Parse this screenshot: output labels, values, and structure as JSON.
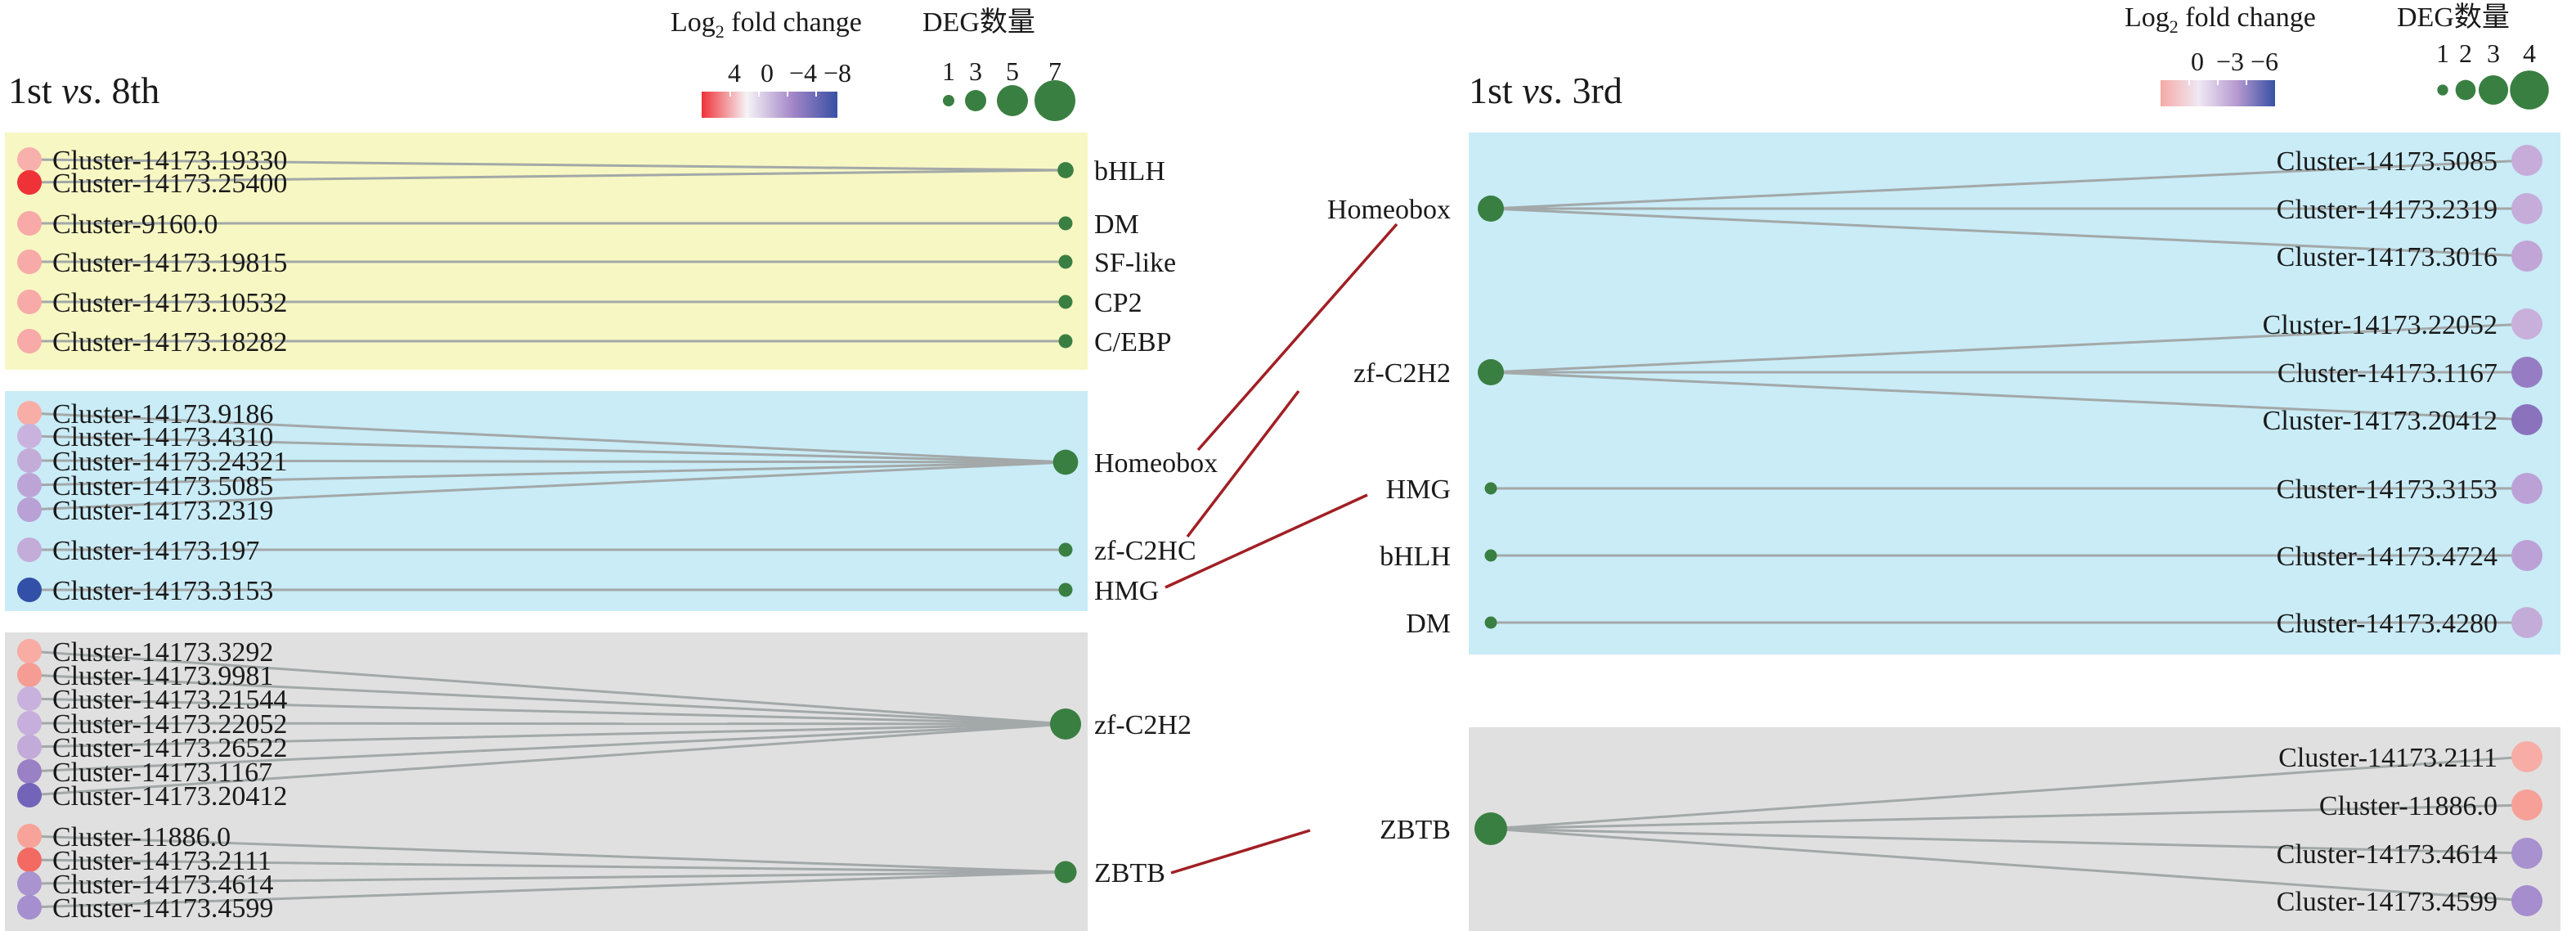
{
  "colors": {
    "yellow_panel": "#f7f7c3",
    "blue_panel": "#c9ecf7",
    "grey_panel": "#e0e0e0",
    "tf_node": "#3a7f42",
    "edge": "#a3a8a8",
    "link": "#a11f24"
  },
  "left": {
    "title_main": "1st ",
    "title_vs": "vs",
    "title_rest": ". 8th",
    "legend": {
      "fc_title_a": "Log",
      "fc_title_sub": "2",
      "fc_title_b": " fold change",
      "fc_ticks": [
        "4",
        "0",
        "−4",
        "−8"
      ],
      "fc_stops": [
        "#ee3237",
        "#f6f3f6",
        "#a487c8",
        "#3850a4"
      ],
      "deg_title": "DEG数量",
      "deg_ticks": [
        "1",
        "3",
        "5",
        "7"
      ]
    },
    "groups": [
      {
        "panel": "yellow",
        "tfs": [
          {
            "name": "bHLH",
            "count": 2,
            "genes": [
              {
                "id": "Cluster-14173.19330",
                "color": "#f8b0ad"
              },
              {
                "id": "Cluster-14173.25400",
                "color": "#ee3237"
              }
            ]
          },
          {
            "name": "DM",
            "count": 1,
            "genes": [
              {
                "id": "Cluster-9160.0",
                "color": "#f7aaa8"
              }
            ]
          },
          {
            "name": "SF-like",
            "count": 1,
            "genes": [
              {
                "id": "Cluster-14173.19815",
                "color": "#f7aaa8"
              }
            ]
          },
          {
            "name": "CP2",
            "count": 1,
            "genes": [
              {
                "id": "Cluster-14173.10532",
                "color": "#f7aaa8"
              }
            ]
          },
          {
            "name": "C/EBP",
            "count": 1,
            "genes": [
              {
                "id": "Cluster-14173.18282",
                "color": "#f7aaa8"
              }
            ]
          }
        ]
      },
      {
        "panel": "blue",
        "tfs": [
          {
            "name": "Homeobox",
            "count": 5,
            "genes": [
              {
                "id": "Cluster-14173.9186",
                "color": "#f8aea6"
              },
              {
                "id": "Cluster-14173.4310",
                "color": "#c9b3de"
              },
              {
                "id": "Cluster-14173.24321",
                "color": "#c4acd9"
              },
              {
                "id": "Cluster-14173.5085",
                "color": "#bda4d7"
              },
              {
                "id": "Cluster-14173.2319",
                "color": "#b9a0d5"
              }
            ]
          },
          {
            "name": "zf-C2HC",
            "count": 1,
            "genes": [
              {
                "id": "Cluster-14173.197",
                "color": "#c4acd9"
              }
            ]
          },
          {
            "name": "HMG",
            "count": 1,
            "genes": [
              {
                "id": "Cluster-14173.3153",
                "color": "#3250a8"
              }
            ]
          }
        ]
      },
      {
        "panel": "grey",
        "tfs": [
          {
            "name": "zf-C2H2",
            "count": 7,
            "genes": [
              {
                "id": "Cluster-14173.3292",
                "color": "#f8aca4"
              },
              {
                "id": "Cluster-14173.9981",
                "color": "#f59c95"
              },
              {
                "id": "Cluster-14173.21544",
                "color": "#c8b2dd"
              },
              {
                "id": "Cluster-14173.22052",
                "color": "#c6afdc"
              },
              {
                "id": "Cluster-14173.26522",
                "color": "#c2aad9"
              },
              {
                "id": "Cluster-14173.1167",
                "color": "#9a80c4"
              },
              {
                "id": "Cluster-14173.20412",
                "color": "#7364ba"
              }
            ]
          },
          {
            "name": "ZBTB",
            "count": 4,
            "genes": [
              {
                "id": "Cluster-11886.0",
                "color": "#f7a399"
              },
              {
                "id": "Cluster-14173.2111",
                "color": "#f36a63"
              },
              {
                "id": "Cluster-14173.4614",
                "color": "#a994d0"
              },
              {
                "id": "Cluster-14173.4599",
                "color": "#a68fcf"
              }
            ]
          }
        ]
      }
    ]
  },
  "right": {
    "title_main": "1st ",
    "title_vs": "vs",
    "title_rest": ". 3rd",
    "legend": {
      "fc_title_a": "Log",
      "fc_title_sub": "2",
      "fc_title_b": " fold change",
      "fc_ticks": [
        "0",
        "−3",
        "−6"
      ],
      "fc_stops": [
        "#f5aaa6",
        "#efe8f3",
        "#b69ad0",
        "#3850a4"
      ],
      "deg_title": "DEG数量",
      "deg_ticks": [
        "1",
        "2",
        "3",
        "4"
      ]
    },
    "groups": [
      {
        "panel": "blue",
        "tfs": [
          {
            "name": "Homeobox",
            "count": 3,
            "genes": [
              {
                "id": "Cluster-14173.5085",
                "color": "#c7acd9"
              },
              {
                "id": "Cluster-14173.2319",
                "color": "#c5acd9"
              },
              {
                "id": "Cluster-14173.3016",
                "color": "#c0a5d6"
              }
            ]
          },
          {
            "name": "zf-C2H2",
            "count": 3,
            "genes": [
              {
                "id": "Cluster-14173.22052",
                "color": "#c9b0da"
              },
              {
                "id": "Cluster-14173.1167",
                "color": "#967dc3"
              },
              {
                "id": "Cluster-14173.20412",
                "color": "#8a72bd"
              }
            ]
          },
          {
            "name": "HMG",
            "count": 1,
            "genes": [
              {
                "id": "Cluster-14173.3153",
                "color": "#bca1d6"
              }
            ]
          },
          {
            "name": "bHLH",
            "count": 1,
            "genes": [
              {
                "id": "Cluster-14173.4724",
                "color": "#bca1d6"
              }
            ]
          },
          {
            "name": "DM",
            "count": 1,
            "genes": [
              {
                "id": "Cluster-14173.4280",
                "color": "#c4acd9"
              }
            ]
          }
        ]
      },
      {
        "panel": "grey",
        "tfs": [
          {
            "name": "ZBTB",
            "count": 4,
            "genes": [
              {
                "id": "Cluster-14173.2111",
                "color": "#f7aca6"
              },
              {
                "id": "Cluster-11886.0",
                "color": "#f6a098"
              },
              {
                "id": "Cluster-14173.4614",
                "color": "#a891cf"
              },
              {
                "id": "Cluster-14173.4599",
                "color": "#a68dcd"
              }
            ]
          }
        ]
      }
    ]
  },
  "links": [
    {
      "from": "Homeobox",
      "to": "Homeobox"
    },
    {
      "from": "zf-C2HC",
      "to": "zf-C2H2"
    },
    {
      "from": "HMG",
      "to": "HMG"
    },
    {
      "from": "ZBTB",
      "to": "ZBTB"
    }
  ]
}
